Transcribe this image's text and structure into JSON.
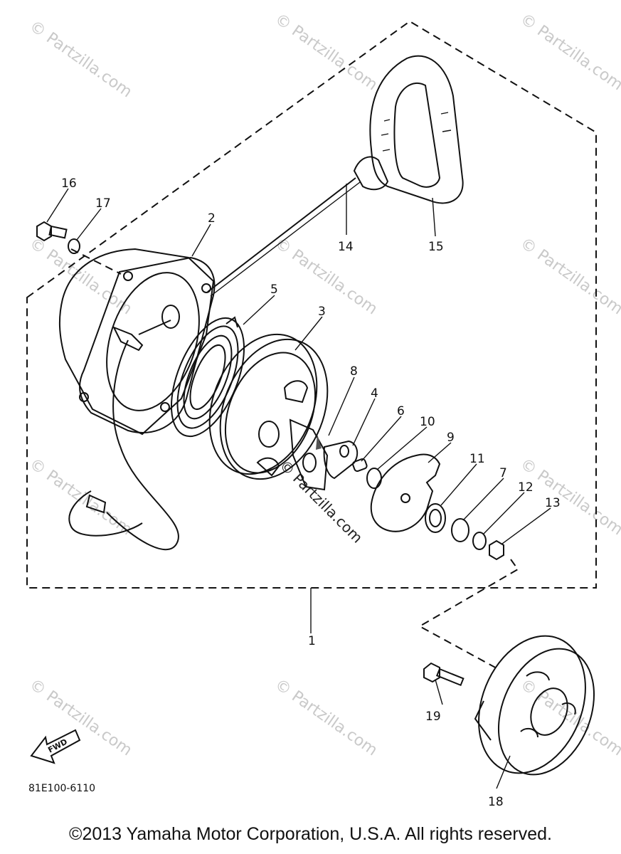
{
  "diagram": {
    "part_numbers": [
      "1",
      "2",
      "3",
      "4",
      "5",
      "6",
      "7",
      "8",
      "9",
      "10",
      "11",
      "12",
      "13",
      "14",
      "15",
      "16",
      "17",
      "18",
      "19"
    ],
    "diagram_code": "81E100-6110",
    "fwd_label": "FWD",
    "watermark": "© Partzilla.com",
    "copyright": "©2013  Yamaha Motor Corporation, U.S.A. All rights reserved."
  }
}
